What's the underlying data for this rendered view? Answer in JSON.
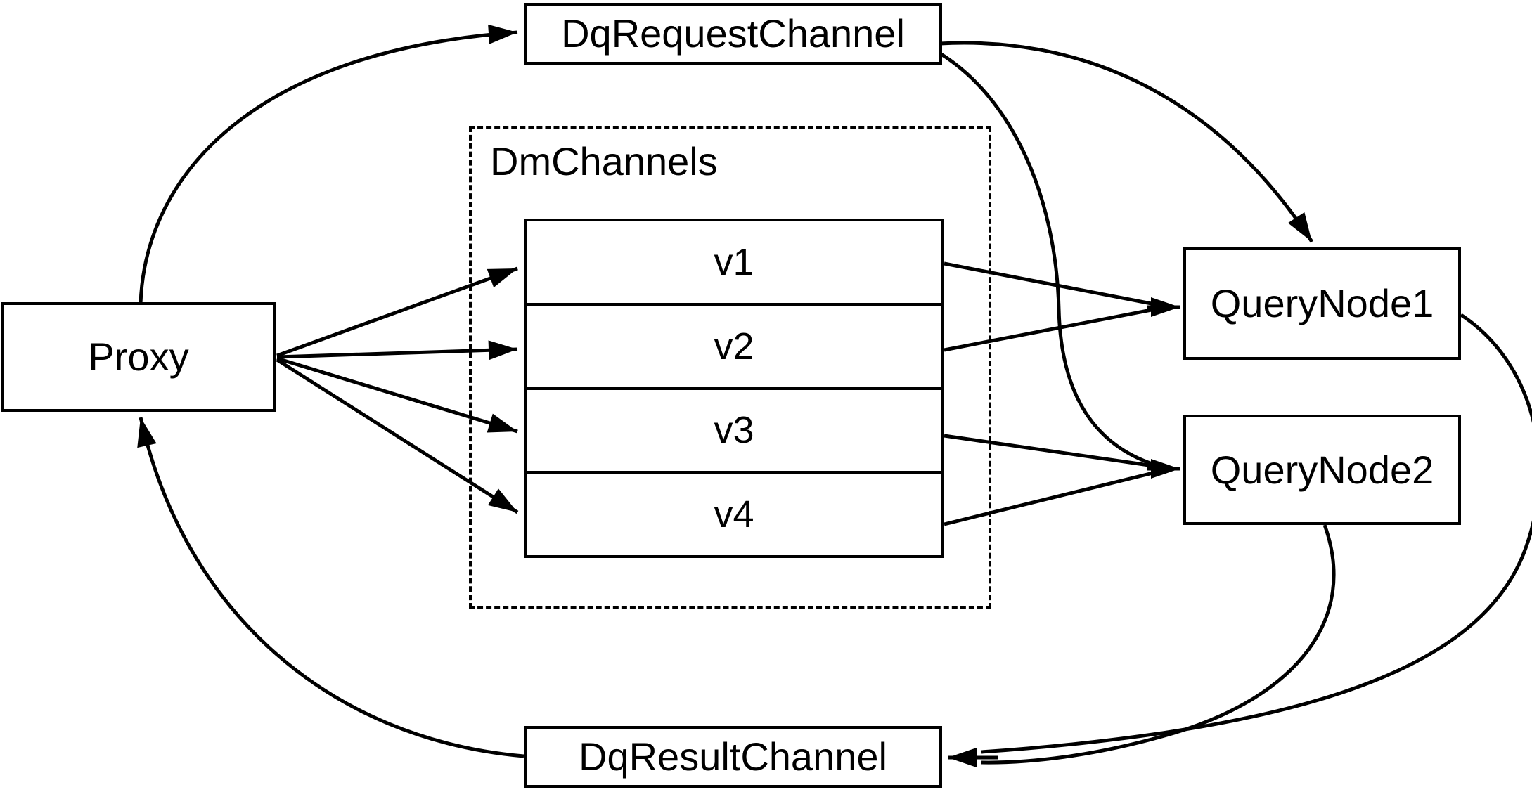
{
  "diagram": {
    "colors": {
      "stroke": "#000000",
      "background": "#ffffff",
      "node_fill": "#ffffff"
    },
    "nodes": {
      "proxy": {
        "label": "Proxy"
      },
      "dq_request_channel": {
        "label": "DqRequestChannel"
      },
      "dm_channels": {
        "label": "DmChannels"
      },
      "channels": [
        "v1",
        "v2",
        "v3",
        "v4"
      ],
      "query_node1": {
        "label": "QueryNode1"
      },
      "query_node2": {
        "label": "QueryNode2"
      },
      "dq_result_channel": {
        "label": "DqResultChannel"
      }
    },
    "edges": [
      {
        "from": "Proxy",
        "to": "DqRequestChannel"
      },
      {
        "from": "Proxy",
        "to": "v1"
      },
      {
        "from": "Proxy",
        "to": "v2"
      },
      {
        "from": "Proxy",
        "to": "v3"
      },
      {
        "from": "Proxy",
        "to": "v4"
      },
      {
        "from": "v1",
        "to": "QueryNode1"
      },
      {
        "from": "v2",
        "to": "QueryNode1"
      },
      {
        "from": "v3",
        "to": "QueryNode2"
      },
      {
        "from": "v4",
        "to": "QueryNode2"
      },
      {
        "from": "DqRequestChannel",
        "to": "QueryNode1"
      },
      {
        "from": "DqRequestChannel",
        "to": "QueryNode2"
      },
      {
        "from": "QueryNode1",
        "to": "DqResultChannel"
      },
      {
        "from": "QueryNode2",
        "to": "DqResultChannel"
      },
      {
        "from": "DqResultChannel",
        "to": "Proxy"
      }
    ]
  }
}
